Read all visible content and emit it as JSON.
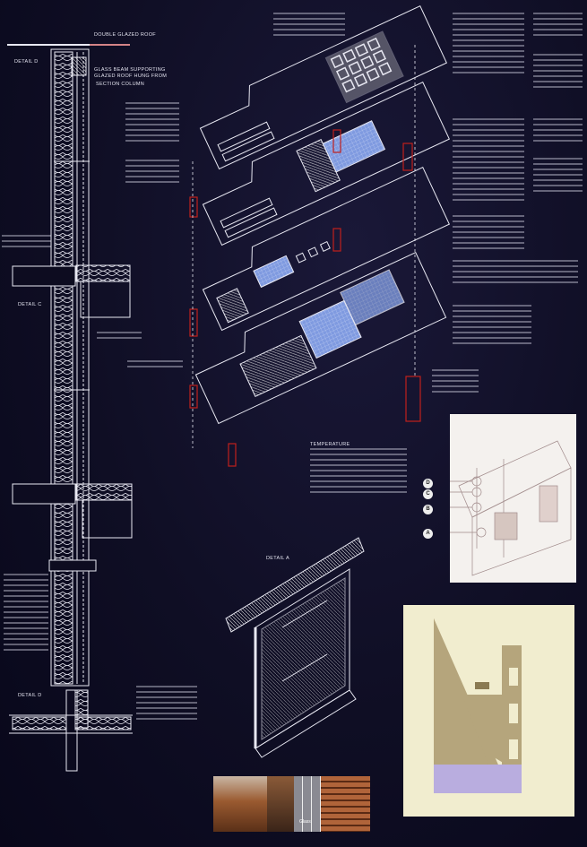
{
  "section": {
    "roof_label": "Double glazed roof",
    "beam_label_1": "Glass beam supporting",
    "beam_label_2": "glazed roof hung from",
    "column_label": "Section column",
    "details": [
      "Detail D",
      "Detail C",
      "Detail D"
    ]
  },
  "isometric": {
    "detail_label": "Detail A",
    "temperature_heading": "Temperature"
  },
  "markers": [
    "D",
    "C",
    "B",
    "A"
  ],
  "photos": {
    "captions": [
      "Glass"
    ]
  },
  "colors": {
    "background": "#0d0c20",
    "line": "#e8e8f2",
    "accent_red": "#c0201c",
    "pool_blue": "#6f8fd8",
    "card_bg": "#f1edcf",
    "tan": "#b5a57c",
    "lilac": "#b9addf"
  }
}
